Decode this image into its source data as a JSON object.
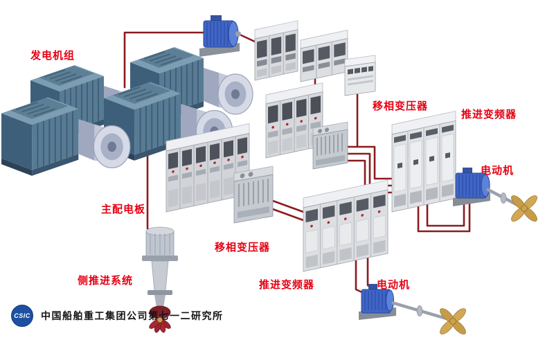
{
  "colors": {
    "label_red": "#e60012",
    "cable_maroon": "#8a1b1e",
    "logo_blue": "#1d50a2"
  },
  "labels": {
    "generator_set": "发电机组",
    "phase_transformer_top": "移相变压器",
    "propulsion_converter_right": "推进变频器",
    "motor_right": "电动机",
    "main_switchboard": "主配电板",
    "phase_transformer_bottom": "移相变压器",
    "side_thruster": "侧推进系统",
    "propulsion_converter_bottom": "推进变频器",
    "motor_bottom": "电动机"
  },
  "footer": {
    "logo_text": "CSIC",
    "company": "中国船舶重工集团公司第七一二研究所"
  }
}
